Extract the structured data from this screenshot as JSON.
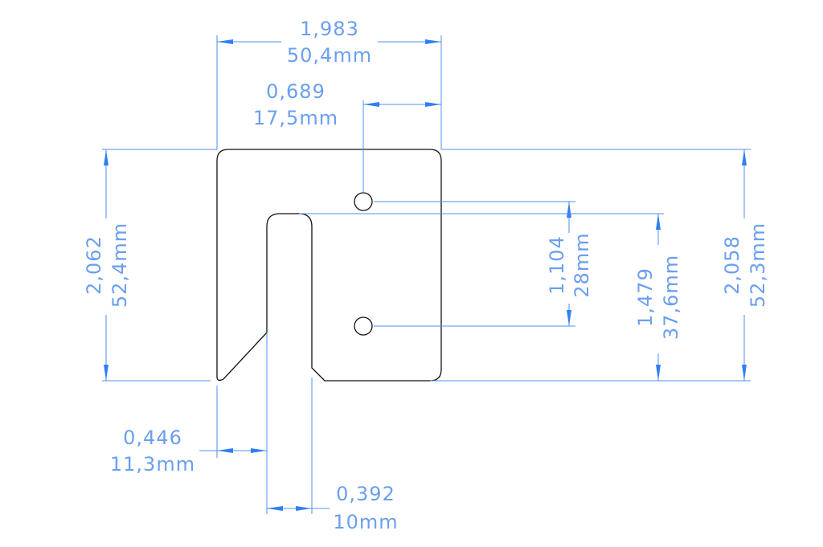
{
  "dimensions": {
    "overall_width": {
      "inch": "1,983",
      "mm": "50,4mm"
    },
    "hole_offset": {
      "inch": "0,689",
      "mm": "17,5mm"
    },
    "left_height": {
      "inch": "2,062",
      "mm": "52,4mm"
    },
    "hole_spacing": {
      "inch": "1,104",
      "mm": "28mm"
    },
    "slot_depth": {
      "inch": "1,479",
      "mm": "37,6mm"
    },
    "right_height": {
      "inch": "2,058",
      "mm": "52,3mm"
    },
    "lip_width": {
      "inch": "0,446",
      "mm": "11,3mm"
    },
    "slot_width": {
      "inch": "0,392",
      "mm": "10mm"
    }
  },
  "colors": {
    "dimension": "#4f8ff0",
    "text": "#6a9ff0",
    "outline": "#111111"
  }
}
